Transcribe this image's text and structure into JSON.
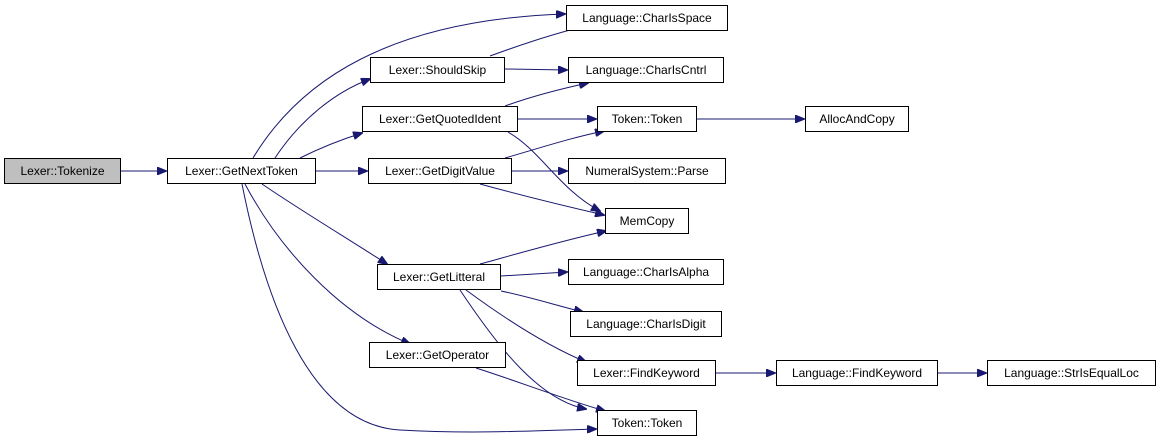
{
  "colors": {
    "edge": "#191970",
    "root_fill": "#bfbfbf",
    "node_fill": "#ffffff",
    "node_border": "#000000"
  },
  "nodes": {
    "tokenize": "Lexer::Tokenize",
    "getnexttoken": "Lexer::GetNextToken",
    "shouldskip": "Lexer::ShouldSkip",
    "getquotedident": "Lexer::GetQuotedIdent",
    "getdigitvalue": "Lexer::GetDigitValue",
    "getlitteral": "Lexer::GetLitteral",
    "getoperator": "Lexer::GetOperator",
    "charisspace": "Language::CharIsSpace",
    "chariscntrl": "Language::CharIsCntrl",
    "token_token_upper": "Token::Token",
    "allocandcopy": "AllocAndCopy",
    "numeralsystem_parse": "NumeralSystem::Parse",
    "memcopy": "MemCopy",
    "charisalpha": "Language::CharIsAlpha",
    "charisdigit": "Language::CharIsDigit",
    "lexer_findkeyword": "Lexer::FindKeyword",
    "language_findkeyword": "Language::FindKeyword",
    "strisequalloc": "Language::StrIsEqualLoc",
    "token_token_lower": "Token::Token"
  },
  "edges": [
    [
      "tokenize",
      "getnexttoken"
    ],
    [
      "getnexttoken",
      "charisspace"
    ],
    [
      "getnexttoken",
      "shouldskip"
    ],
    [
      "getnexttoken",
      "getquotedident"
    ],
    [
      "getnexttoken",
      "getdigitvalue"
    ],
    [
      "getnexttoken",
      "getlitteral"
    ],
    [
      "getnexttoken",
      "getoperator"
    ],
    [
      "getnexttoken",
      "token_token_lower"
    ],
    [
      "shouldskip",
      "charisspace"
    ],
    [
      "shouldskip",
      "chariscntrl"
    ],
    [
      "getquotedident",
      "chariscntrl"
    ],
    [
      "getquotedident",
      "token_token_upper"
    ],
    [
      "getquotedident",
      "memcopy"
    ],
    [
      "getdigitvalue",
      "token_token_upper"
    ],
    [
      "getdigitvalue",
      "numeralsystem_parse"
    ],
    [
      "getdigitvalue",
      "memcopy"
    ],
    [
      "token_token_upper",
      "allocandcopy"
    ],
    [
      "getlitteral",
      "memcopy"
    ],
    [
      "getlitteral",
      "charisalpha"
    ],
    [
      "getlitteral",
      "charisdigit"
    ],
    [
      "getlitteral",
      "lexer_findkeyword"
    ],
    [
      "getlitteral",
      "token_token_lower"
    ],
    [
      "getoperator",
      "token_token_lower"
    ],
    [
      "lexer_findkeyword",
      "language_findkeyword"
    ],
    [
      "language_findkeyword",
      "strisequalloc"
    ]
  ]
}
